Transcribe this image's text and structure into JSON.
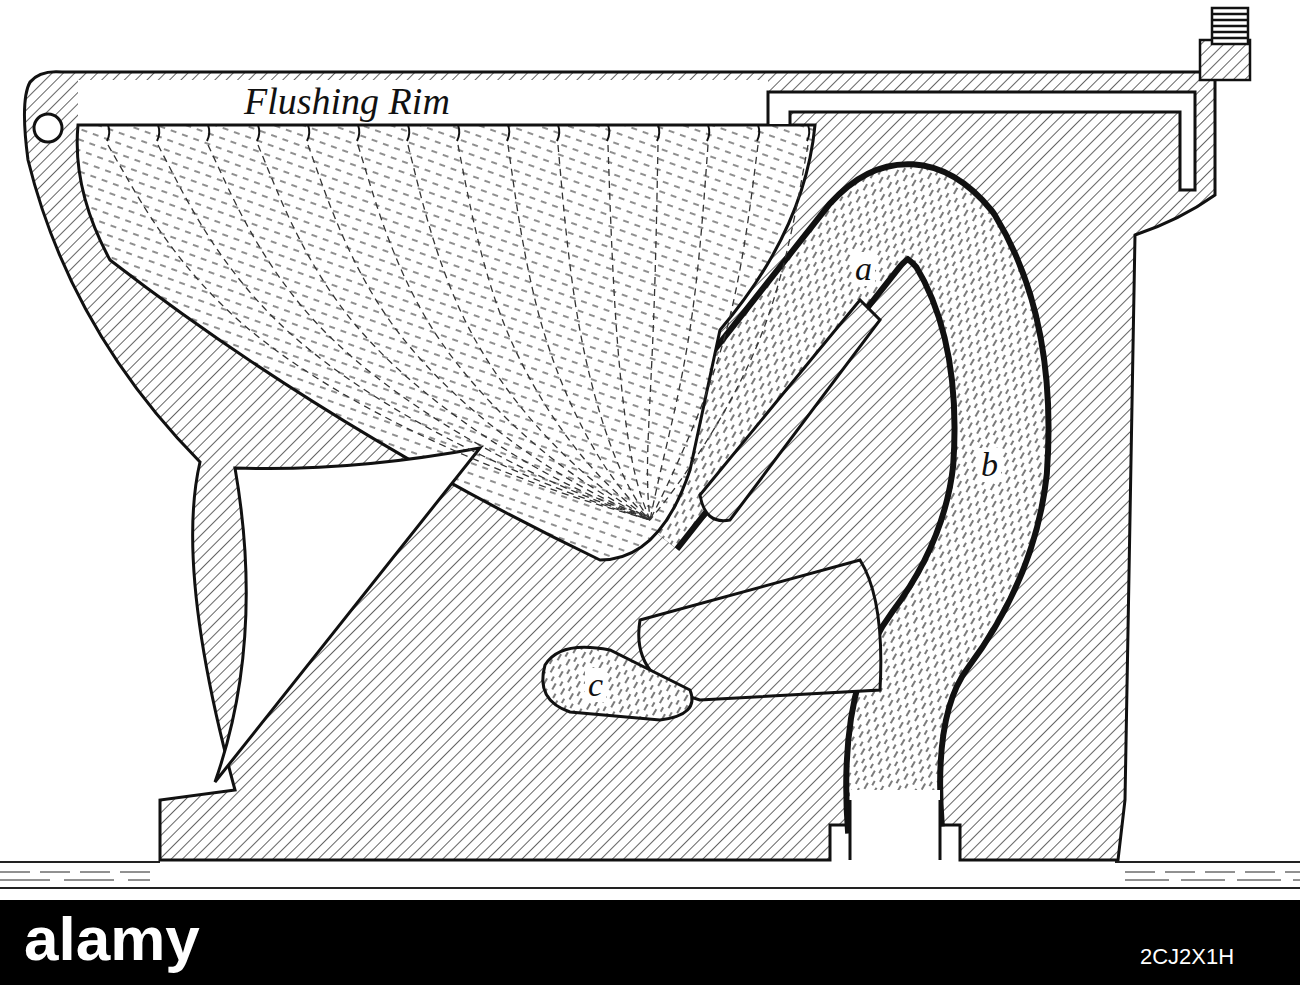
{
  "diagram": {
    "labels": [
      "Flushing Rim",
      "a",
      "b",
      "c",
      "alamy",
      "2CJ2X1H"
    ]
  }
}
